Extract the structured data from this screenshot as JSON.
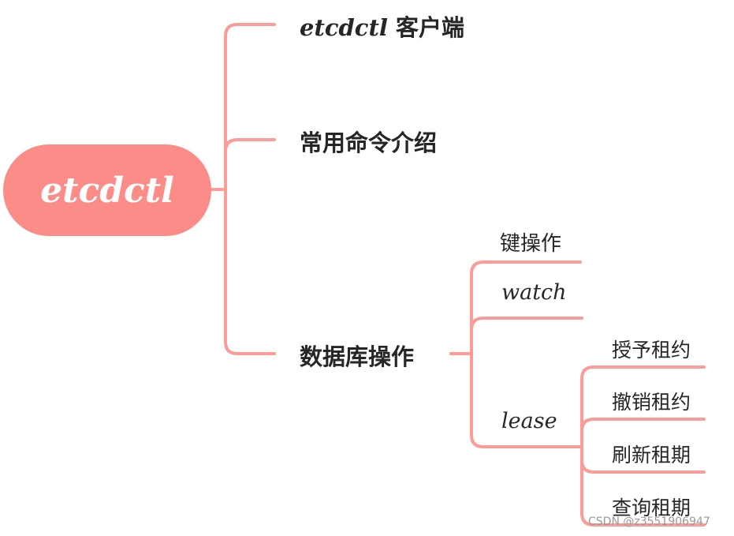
{
  "root": {
    "label": "etcdctl"
  },
  "branches": {
    "client": {
      "prefix": "etcdctl",
      "suffix": " 客户端"
    },
    "common": {
      "label": "常用命令介绍"
    },
    "db": {
      "label": "数据库操作",
      "children": {
        "kv": {
          "label": "键操作"
        },
        "watch": {
          "label": "watch"
        },
        "lease": {
          "label": "lease",
          "children": [
            "授予租约",
            "撤销租约",
            "刷新租期",
            "查询租期"
          ]
        }
      }
    }
  },
  "watermark": "CSDN @z3551906947",
  "colors": {
    "accent": "#fc8c87",
    "line": "#fa9c97",
    "text": "#262626"
  }
}
